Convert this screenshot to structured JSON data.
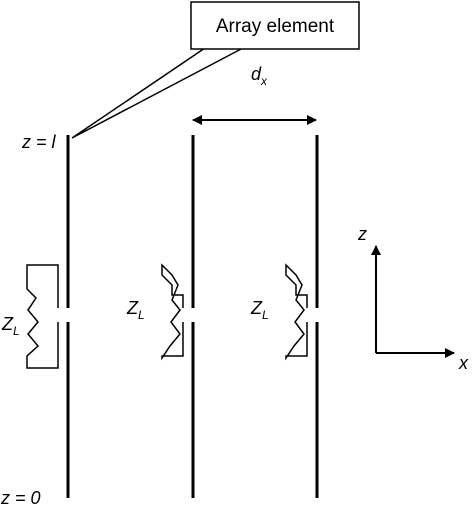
{
  "callout": {
    "label": "Array element"
  },
  "spacing": {
    "symbol": "d",
    "subscript": "x"
  },
  "top_label": "z = l",
  "bottom_label": "z = 0",
  "load": {
    "symbol": "Z",
    "subscript": "L"
  },
  "axes": {
    "vertical": "z",
    "horizontal": "x"
  },
  "colors": {
    "stroke": "#000000",
    "background": "#ffffff"
  }
}
